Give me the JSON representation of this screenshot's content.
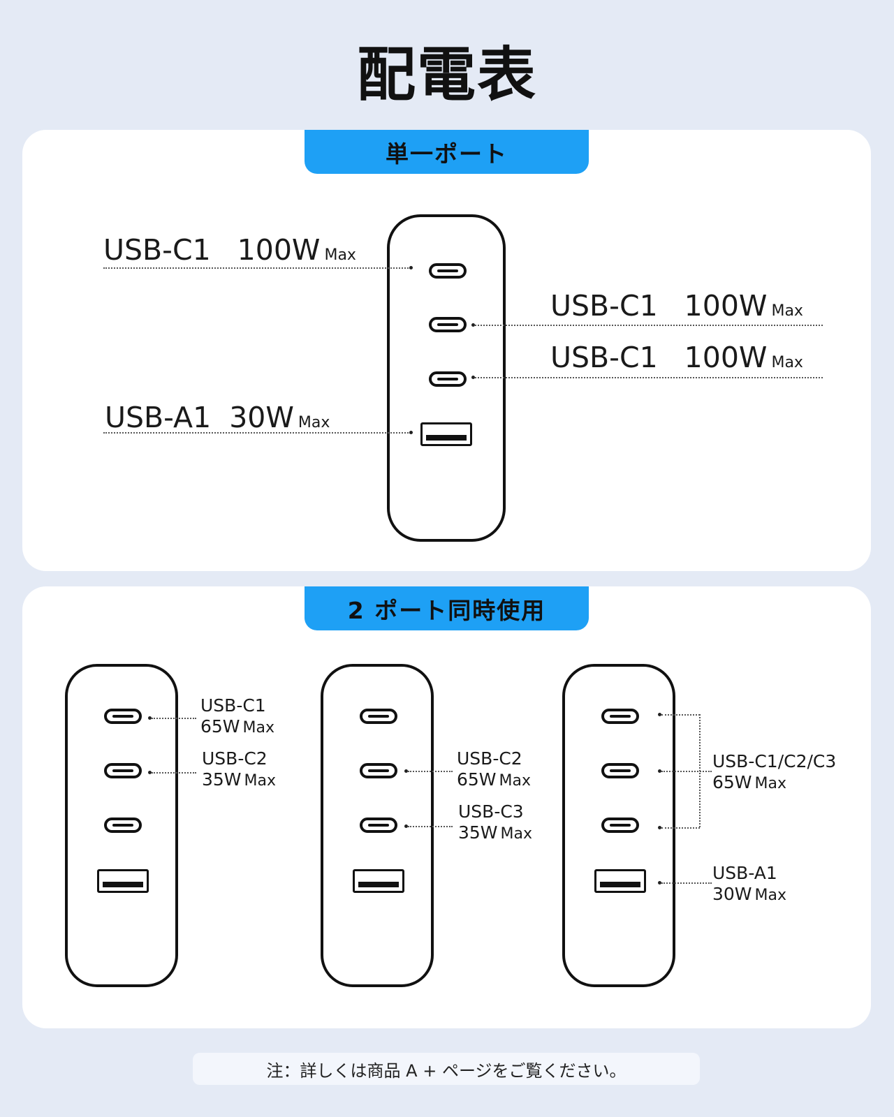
{
  "title": "配電表",
  "section_single": {
    "tab_label": "単一ポート",
    "labels": [
      {
        "port": "USB-C1",
        "watt": "100W",
        "max": "Max"
      },
      {
        "port": "USB-C1",
        "watt": "100W",
        "max": "Max"
      },
      {
        "port": "USB-C1",
        "watt": "100W",
        "max": "Max"
      },
      {
        "port": "USB-A1",
        "watt": "30W",
        "max": "Max"
      }
    ]
  },
  "section_dual": {
    "tab_label": "2 ポート同時使用",
    "configs": [
      {
        "labels": [
          {
            "port": "USB-C1",
            "watt": "65W",
            "max": "Max"
          },
          {
            "port": "USB-C2",
            "watt": "35W",
            "max": "Max"
          }
        ]
      },
      {
        "labels": [
          {
            "port": "USB-C2",
            "watt": "65W",
            "max": "Max"
          },
          {
            "port": "USB-C3",
            "watt": "35W",
            "max": "Max"
          }
        ]
      },
      {
        "labels": [
          {
            "port": "USB-C1/C2/C3",
            "watt": "65W",
            "max": "Max"
          },
          {
            "port": "USB-A1",
            "watt": "30W",
            "max": "Max"
          }
        ]
      }
    ]
  },
  "note": "注：詳しくは商品 A + ページをご覧ください。"
}
